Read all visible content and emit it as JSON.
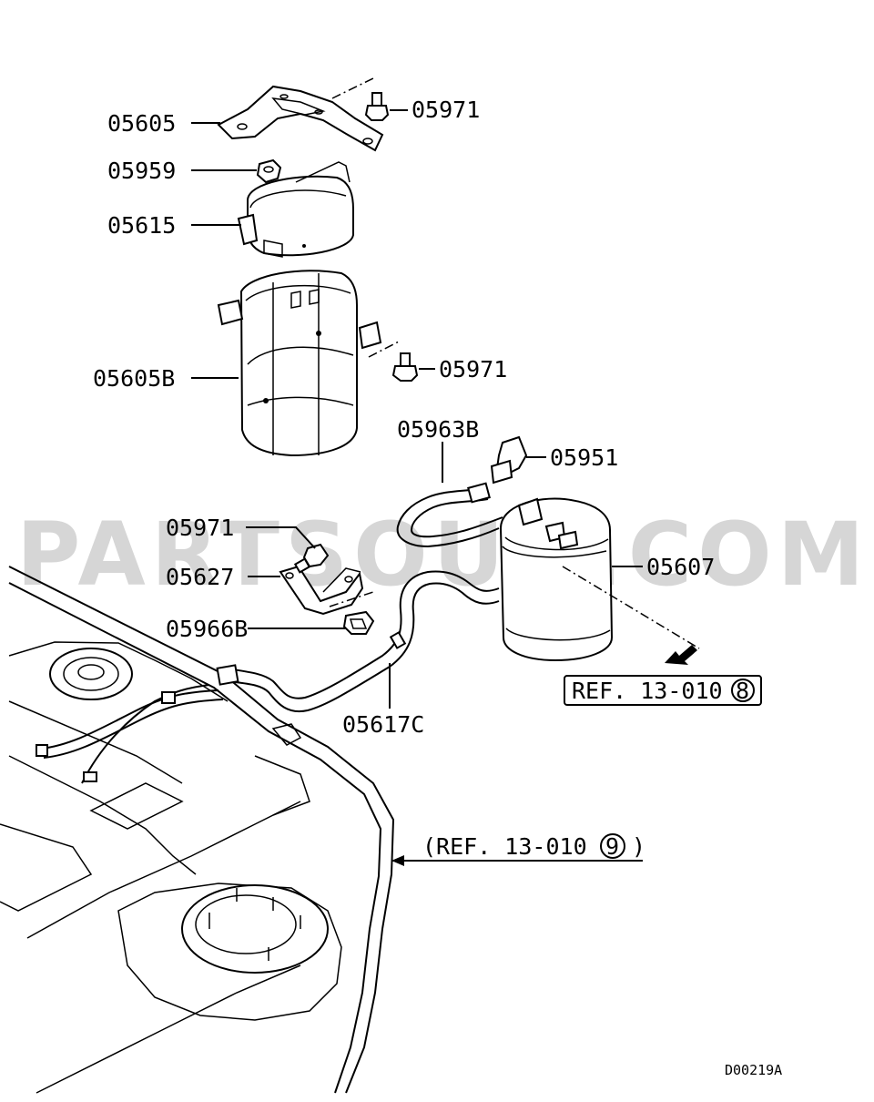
{
  "watermark": "PARTSOUQ.COM",
  "diagram_code": "D00219A",
  "callouts": [
    {
      "id": "05605",
      "text": "05605"
    },
    {
      "id": "05971-top",
      "text": "05971"
    },
    {
      "id": "05959",
      "text": "05959"
    },
    {
      "id": "05615",
      "text": "05615"
    },
    {
      "id": "05605B",
      "text": "05605B"
    },
    {
      "id": "05971-mid",
      "text": "05971"
    },
    {
      "id": "05963B",
      "text": "05963B"
    },
    {
      "id": "05951",
      "text": "05951"
    },
    {
      "id": "05971-low",
      "text": "05971"
    },
    {
      "id": "05627",
      "text": "05627"
    },
    {
      "id": "05607",
      "text": "05607"
    },
    {
      "id": "05966B",
      "text": "05966B"
    },
    {
      "id": "05617C",
      "text": "05617C"
    }
  ],
  "references": {
    "ref8": {
      "text": "REF. 13-010",
      "circle": "8"
    },
    "ref9": {
      "open": "(REF. 13-010",
      "circle": "9",
      "close": ")"
    }
  }
}
